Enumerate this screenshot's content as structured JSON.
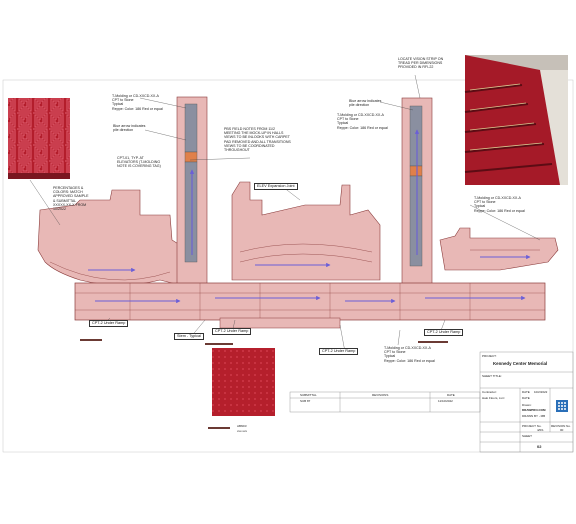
{
  "colors": {
    "carpet_red": "#b8202e",
    "carpet_pink": "#e8b8b6",
    "outline": "#8a3b3b",
    "arrow_blue": "#6a5ed8",
    "stone_grey": "#8a8fa0",
    "accent_orange": "#e0804a",
    "dark_strip": "#6b3a34"
  },
  "notes": {
    "stone_left": "T-Molding or CD-XXCD-XX-A\nCPT to Stone\nTypical\nReppe: Color: 186 Red or equal",
    "arrow_left": "Blue arrow indicates\npile direction",
    "cpt_pattern": "CPT-01, TYP. AT\nELEVATORS (T-MOLDING\nNOTE IS COVERING TAG)",
    "percentages": "PERCENTAGES &\nCOLORS: MATCH\nAPPROVED SAMPLE\n& SUBMITTAL\nXXXXX-XX-X FROM\n10/2022",
    "pbs_field": "PBS FIELD NOTES FROM 11/2\nMEETING THE MOCK-UP IN HALLS\nVIEWS TO BE INLOOKS WITH CARPET\nPAD REMOVED AND ALL TRANSITIONS\nVIEWS TO BE COORDINATED\nTHROUGHOUT",
    "expansion_joint": "ELEV Expansion Joint",
    "arrow_right": "Blue arrow indicates\npile direction",
    "stone_right_top": "T-Molding or CD-XXCD-XX-A\nCPT to Stone\nTypical\nReppe: Color: 186 Red or equal",
    "vision_strip": "LOCATE VISION STRIP ON\nTREAD PER DIMENSIONS\nPROVIDED IN RFI-22",
    "stone_right": "T-Molding or CD-XXCD-XX-A\nCPT to Stone\nTypical\nReppe: Color: 186 Red or equal",
    "stone_bottom": "T-Molding or CD-XXCD-XX-A\nCPT to Stone\nTypical\nReppe: Color: 186 Red or equal"
  },
  "callouts": {
    "cpt2_left": "CPT-2 Under Ramp",
    "stem": "Stem - Typical",
    "cpt2_mid": "CPT-2 Under Ramp",
    "cpt2_lower": "CPT-2 Under Ramp",
    "cpt2_right": "CPT-2 Under Ramp"
  },
  "swatch": {
    "label": "AB6D3",
    "sublabel": "xxx-xxx"
  },
  "title_block": {
    "submittal_label": "SUBMITTAL",
    "submittal_value": "SUB 87",
    "revisions_label": "REVISIONS",
    "date_label": "DATE",
    "date_value": "11/10/2022",
    "project_label": "PROJECT:",
    "project_name": "Kennedy Center Memorial",
    "sheet_title_label": "SHEET TITLE:",
    "contractor_label": "Contractor:",
    "contractor_name": "Halo Floors, LLC",
    "date2_label": "DATE",
    "date2_value": "10/2/2022",
    "rev_date_label": "DATE",
    "drawn_label": "Drawn:",
    "drawn_value": "DRAWPRO.COM",
    "drawn_no": "DRAWN BY - MB",
    "project_no_label": "PROJECT No.",
    "project_no_value": "4/0/1",
    "revision_no_label": "REVISION No.",
    "revision_no_value": "00",
    "sheet_label": "SHEET",
    "sheet_value": "02"
  }
}
